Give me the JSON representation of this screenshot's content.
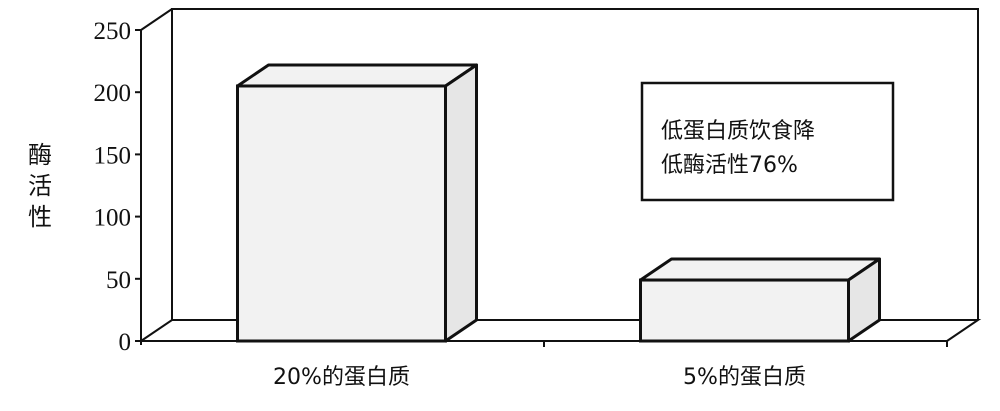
{
  "chart_data": {
    "type": "bar",
    "style": "3d",
    "categories": [
      "20%的蛋白质",
      "5%的蛋白质"
    ],
    "values": [
      205,
      49
    ],
    "ylabel": "酶活性",
    "xlabel": "",
    "ylim": [
      0,
      250
    ],
    "yticks": [
      0,
      50,
      100,
      150,
      200,
      250
    ],
    "grid": false,
    "annotation": {
      "lines": [
        "低蛋白质饮食降",
        "低酶活性76%"
      ],
      "placement": "top-right"
    },
    "colors": {
      "bar": "#f2f2f2",
      "bar_side": "#e6e6e6",
      "line": "#111111"
    }
  }
}
